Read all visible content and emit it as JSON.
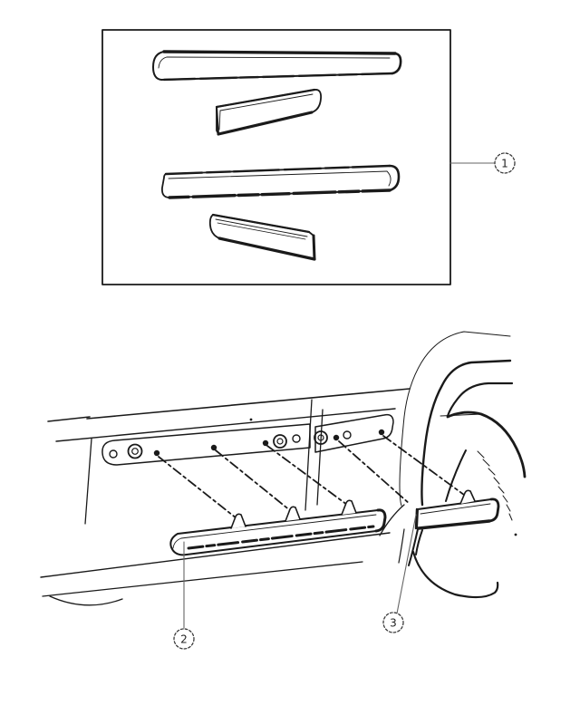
{
  "figure": {
    "background": "#ffffff",
    "ink": "#1a1a1a",
    "callout_color": "#3a3a3a",
    "callouts": [
      {
        "label": "1"
      },
      {
        "label": "2"
      },
      {
        "label": "3"
      }
    ]
  }
}
